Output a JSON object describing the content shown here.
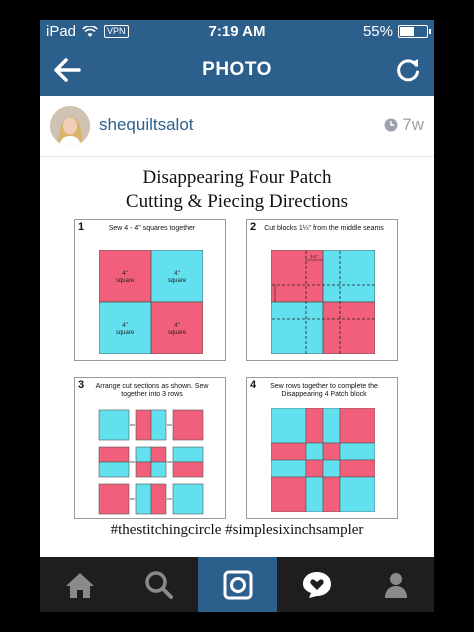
{
  "status_bar": {
    "device": "iPad",
    "vpn": "VPN",
    "time": "7:19 AM",
    "battery": "55%",
    "battery_level": 0.55
  },
  "nav": {
    "title": "PHOTO",
    "back_icon": "back-arrow-icon",
    "refresh_icon": "refresh-icon"
  },
  "post": {
    "username": "shequiltsalot",
    "time_ago": "7w"
  },
  "photo": {
    "title_line1": "Disappearing Four Patch",
    "title_line2": "Cutting & Piecing Directions",
    "colors": {
      "pink": "#f25f7a",
      "blue": "#62e0ee"
    },
    "panels": [
      {
        "number": "1",
        "caption": "Sew 4 - 4\" squares together",
        "square_label_1": "4\"",
        "square_label_2": "square"
      },
      {
        "number": "2",
        "caption": "Cut blocks 1¼\" from the middle seams",
        "measure": "1¼\""
      },
      {
        "number": "3",
        "caption": "Arrange cut sections as shown. Sew together into 3 rows"
      },
      {
        "number": "4",
        "caption": "Sew rows together to complete the Disappearing 4 Patch block"
      }
    ],
    "hashtags": "#thestitchingcircle  #simplesixinchsampler"
  },
  "tab_bar": {
    "active": "camera",
    "tabs": [
      "home-icon",
      "search-icon",
      "camera-icon",
      "activity-icon",
      "profile-icon"
    ]
  }
}
